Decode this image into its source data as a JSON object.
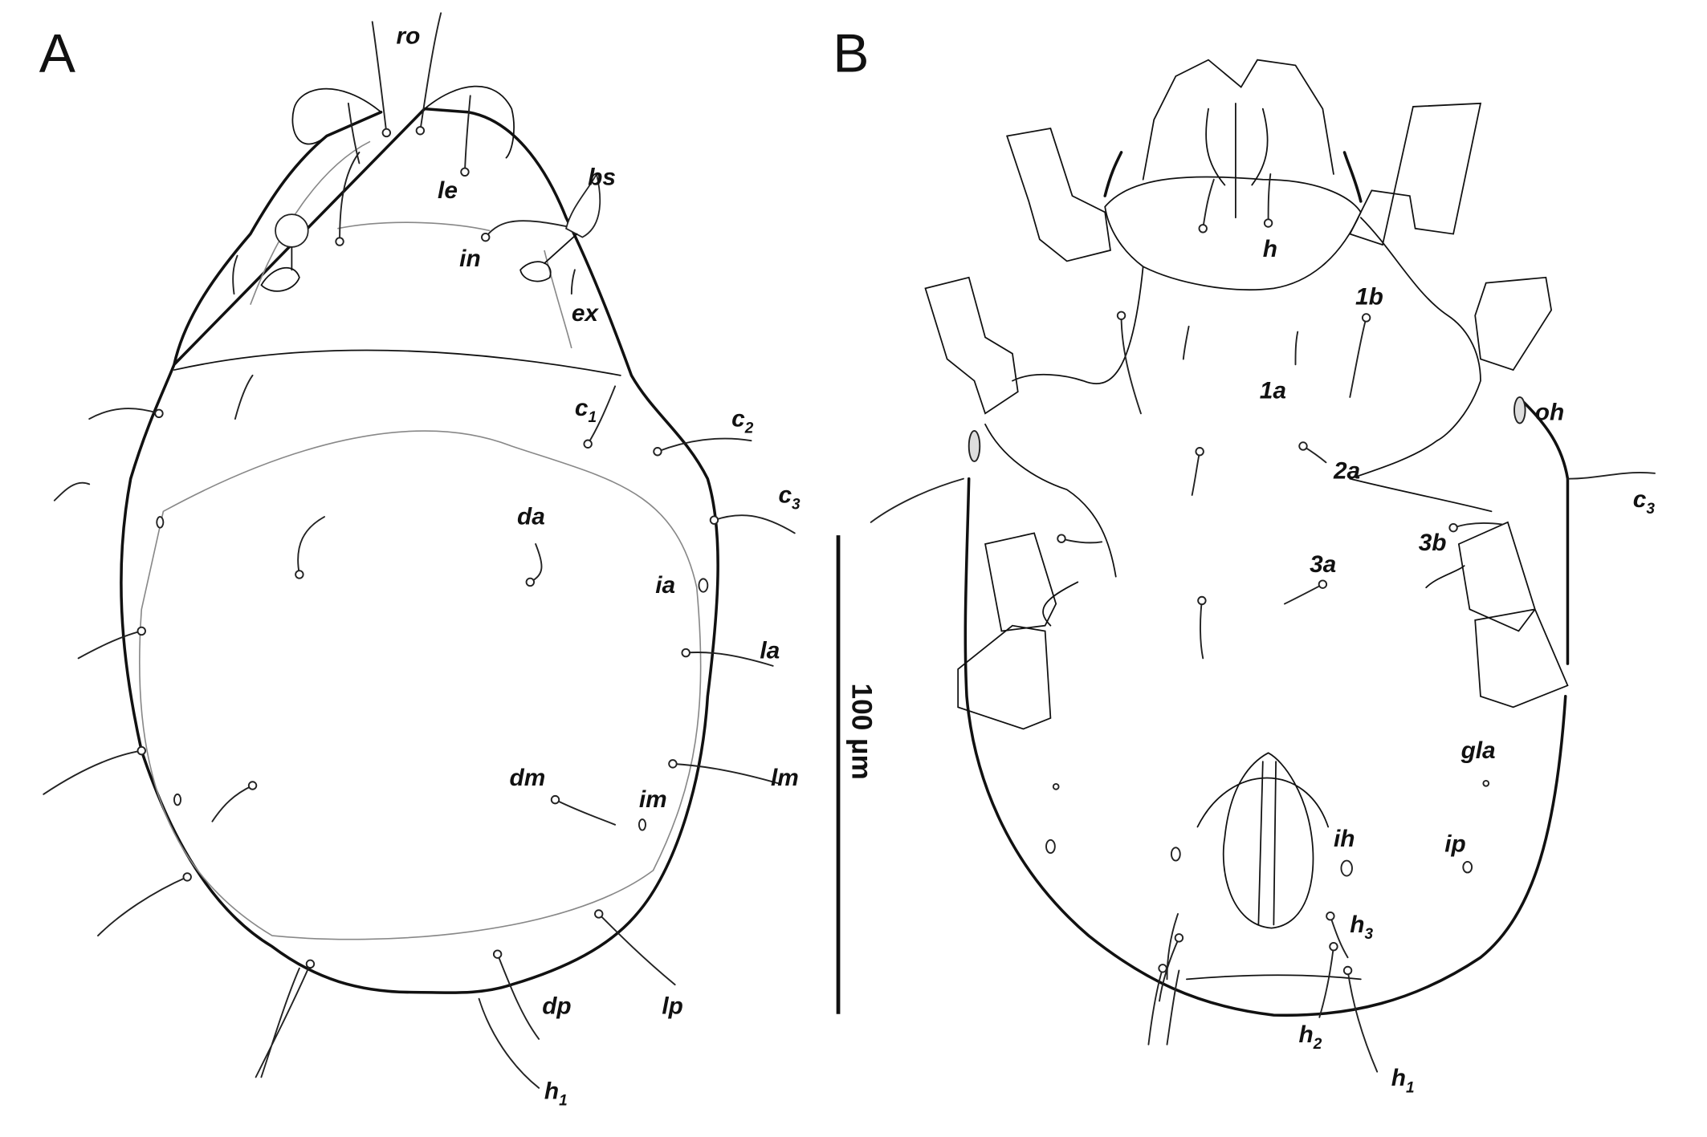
{
  "panels": {
    "a": "A",
    "b": "B"
  },
  "scale_bar": {
    "label": "100 µm"
  },
  "labels_a": {
    "ro": {
      "base": "ro"
    },
    "le": {
      "base": "le"
    },
    "bs": {
      "base": "bs"
    },
    "in": {
      "base": "in"
    },
    "ex": {
      "base": "ex"
    },
    "c1": {
      "base": "c",
      "sub": "1"
    },
    "c2": {
      "base": "c",
      "sub": "2"
    },
    "c3": {
      "base": "c",
      "sub": "3"
    },
    "da": {
      "base": "da"
    },
    "ia": {
      "base": "ia"
    },
    "la": {
      "base": "la"
    },
    "lm": {
      "base": "lm"
    },
    "dm": {
      "base": "dm"
    },
    "im": {
      "base": "im"
    },
    "dp": {
      "base": "dp"
    },
    "lp": {
      "base": "lp"
    },
    "h1": {
      "base": "h",
      "sub": "1"
    }
  },
  "labels_b": {
    "h": {
      "base": "h"
    },
    "1b": {
      "base": "1b"
    },
    "1a": {
      "base": "1a"
    },
    "oh": {
      "base": "oh"
    },
    "2a": {
      "base": "2a"
    },
    "c3": {
      "base": "c",
      "sub": "3"
    },
    "3b": {
      "base": "3b"
    },
    "3a": {
      "base": "3a"
    },
    "gla": {
      "base": "gla"
    },
    "ih": {
      "base": "ih"
    },
    "ip": {
      "base": "ip"
    },
    "h3": {
      "base": "h",
      "sub": "3"
    },
    "h2": {
      "base": "h",
      "sub": "2"
    },
    "h1": {
      "base": "h",
      "sub": "1"
    }
  }
}
